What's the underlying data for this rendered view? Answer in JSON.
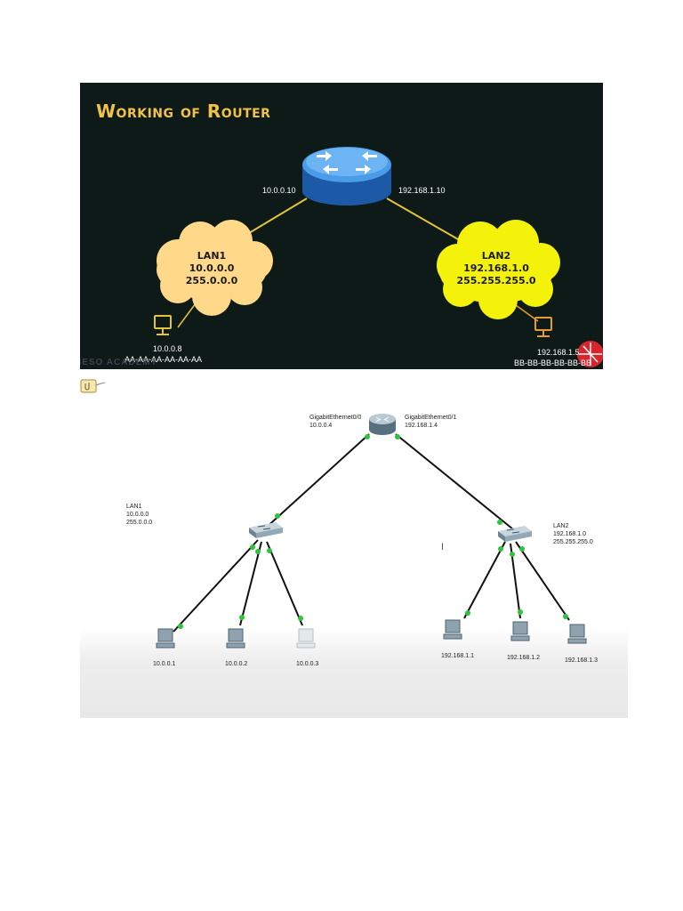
{
  "slide": {
    "title": "Working of Router",
    "router_left_ip": "10.0.0.10",
    "router_right_ip": "192.168.1.10",
    "lan1": {
      "name": "LAN1",
      "network": "10.0.0.0",
      "mask": "255.0.0.0"
    },
    "lan2": {
      "name": "LAN2",
      "network": "192.168.1.0",
      "mask": "255.255.255.0"
    },
    "pc_left": {
      "ip": "10.0.0.8",
      "mac": "AA-AA-AA-AA-AA-AA"
    },
    "pc_right": {
      "ip": "192.168.1.5",
      "mac": "BB-BB-BB-BB-BB-BB"
    },
    "watermark": "NESO ACADEMY",
    "colors": {
      "background": "#0e1a17",
      "title": "#f0c24a",
      "cloud_left": "#ffd88a",
      "cloud_right": "#f4f10a",
      "link": "#e2c43a"
    }
  },
  "packet_tracer": {
    "router": {
      "left_iface": "GigabitEthernet0/0",
      "left_ip": "10.0.0.4",
      "right_iface": "GigabitEthernet0/1",
      "right_ip": "192.168.1.4"
    },
    "lan1": {
      "name": "LAN1",
      "network": "10.0.0.0",
      "mask": "255.0.0.0"
    },
    "lan2": {
      "name": "LAN2",
      "network": "192.168.1.0",
      "mask": "255.255.255.0"
    },
    "pcs_left": [
      "10.0.0.1",
      "10.0.0.2",
      "10.0.0.3"
    ],
    "pcs_right": [
      "192.168.1.1",
      "192.168.1.2",
      "192.168.1.3"
    ],
    "cursor_glyph": "I"
  }
}
